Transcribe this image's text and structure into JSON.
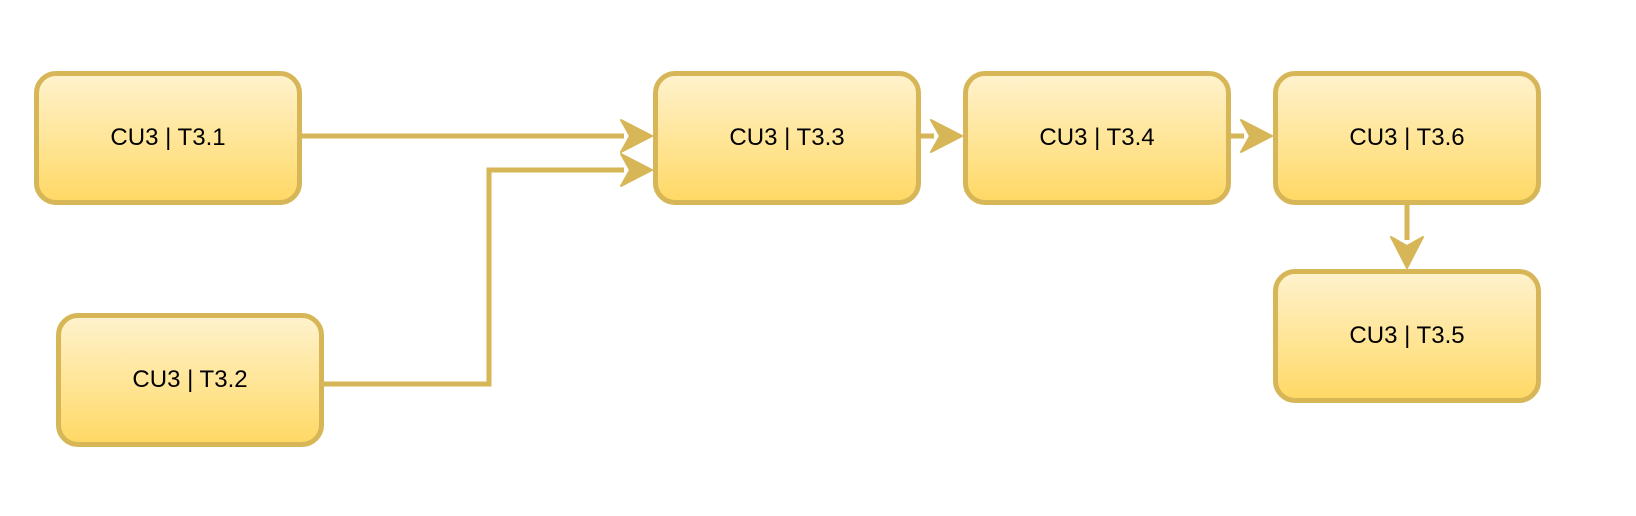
{
  "diagram": {
    "colors": {
      "stroke": "#d6b656",
      "fill_top": "#fff2cc",
      "fill_bottom": "#ffd966"
    },
    "nodes": [
      {
        "id": "t3_1",
        "label": "CU3 | T3.1"
      },
      {
        "id": "t3_2",
        "label": "CU3 | T3.2"
      },
      {
        "id": "t3_3",
        "label": "CU3 | T3.3"
      },
      {
        "id": "t3_4",
        "label": "CU3 | T3.4"
      },
      {
        "id": "t3_6",
        "label": "CU3 | T3.6"
      },
      {
        "id": "t3_5",
        "label": "CU3 | T3.5"
      }
    ],
    "edges": [
      {
        "from": "t3_1",
        "to": "t3_3"
      },
      {
        "from": "t3_2",
        "to": "t3_3"
      },
      {
        "from": "t3_3",
        "to": "t3_4"
      },
      {
        "from": "t3_4",
        "to": "t3_6"
      },
      {
        "from": "t3_6",
        "to": "t3_5"
      }
    ]
  }
}
